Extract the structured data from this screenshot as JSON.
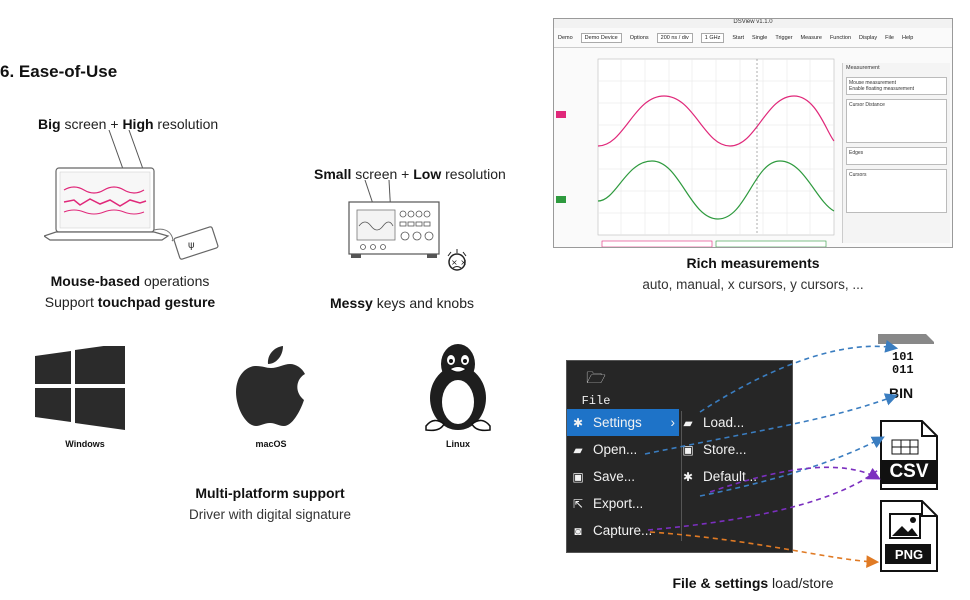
{
  "heading": "6. Ease-of-Use",
  "left_panel": {
    "big_screen": {
      "b1": "Big",
      "t1": " screen + ",
      "b2": "High",
      "t2": " resolution"
    },
    "mouse": {
      "b1": "Mouse-based",
      "t1": " operations"
    },
    "touch": {
      "t1": "Support ",
      "b1": "touchpad gesture"
    },
    "small_screen": {
      "b1": "Small",
      "t1": " screen + ",
      "b2": "Low",
      "t2": " resolution"
    },
    "messy": {
      "b1": "Messy",
      "t1": " keys and knobs"
    }
  },
  "platforms": {
    "windows": "Windows",
    "macos": "macOS",
    "linux": "Linux",
    "caption_bold": "Multi-platform support",
    "caption_sub": "Driver with digital signature"
  },
  "measurements": {
    "app_title": "DSView v1.1.0",
    "device": "Demo Device",
    "timebase": "200 ns / div",
    "samples": "1 GHz",
    "toolbar": [
      "Demo",
      "Options",
      "Start",
      "Single",
      "Trigger",
      "Measure",
      "Function",
      "Display",
      "File",
      "Help"
    ],
    "panel_title": "Measurement",
    "groups": [
      "Mouse measurement",
      "Cursor Distance",
      "Edges",
      "Cursors"
    ],
    "floating": "Enable floating measurement",
    "caption_bold": "Rich measurements",
    "caption_sub": "auto, manual, x cursors, y cursors, ..."
  },
  "file_menu": {
    "header": "File",
    "left_items": [
      "Settings",
      "Open...",
      "Save...",
      "Export...",
      "Capture..."
    ],
    "right_items": [
      "Load...",
      "Store...",
      "Default..."
    ],
    "outputs": {
      "bin_top": "101",
      "bin_bottom": "011",
      "bin": "BIN",
      "csv": "CSV",
      "png": "PNG"
    },
    "caption_bold": "File & settings",
    "caption_rest": " load/store"
  },
  "colors": {
    "accent": "#1e73c8",
    "pink": "#e0287a",
    "green": "#2e9a3e",
    "arrow_blue": "#3a7dc0",
    "arrow_purple": "#7b2fbf",
    "arrow_orange": "#e07a24"
  }
}
